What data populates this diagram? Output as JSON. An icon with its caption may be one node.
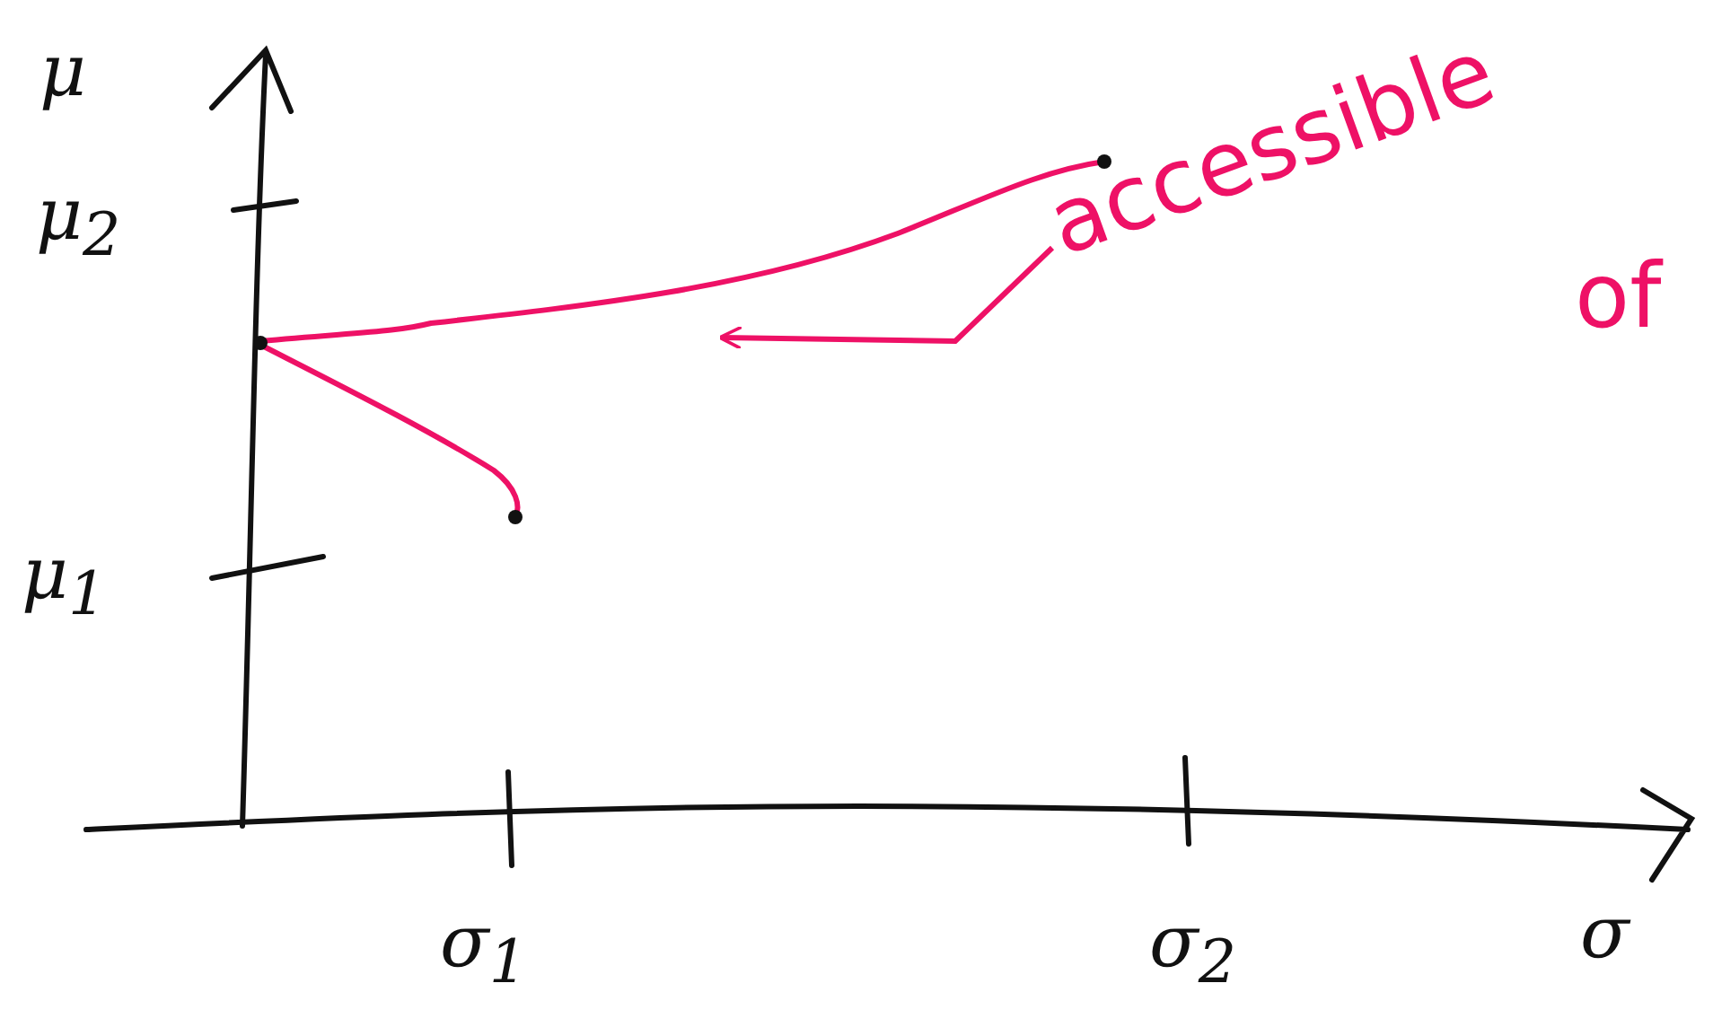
{
  "diagram": {
    "nodes": [
      {
        "text": [
          "accessible",
          "of"
        ]
      },
      {
        "text": [],
        "shape": "curve"
      }
    ],
    "edges": [
      {
        "from": 0,
        "to": 1,
        "arrow": "to",
        "color": "#ee1166"
      }
    ],
    "labels": [
      "μ",
      "μ$_{2}$",
      "μ$_{1}$",
      "σ$_{1}$",
      "σ$_{2}$",
      "σ"
    ]
  }
}
